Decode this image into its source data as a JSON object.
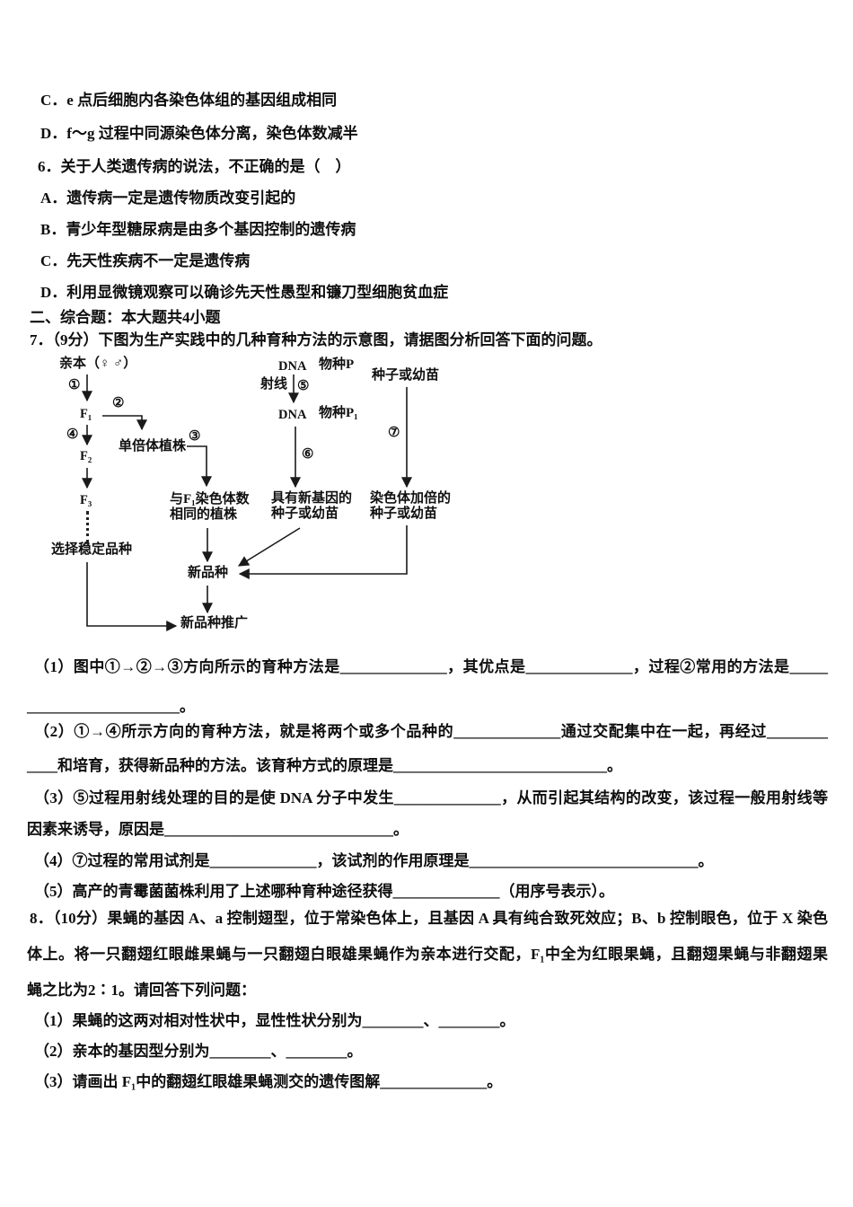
{
  "doc": {
    "q5C": "C．e 点后细胞内各染色体组的基因组成相同",
    "q5D": "D．f～g 过程中同源染色体分离，染色体数减半",
    "q6_stem": "6．关于人类遗传病的说法，不正确的是（　）",
    "q6A": "A．遗传病一定是遗传物质改变引起的",
    "q6B": "B．青少年型糖尿病是由多个基因控制的遗传病",
    "q6C": "C．先天性疾病不一定是遗传病",
    "q6D": "D．利用显微镜观察可以确诊先天性愚型和镰刀型细胞贫血症",
    "section2": "二、综合题：本大题共4小题",
    "q7_stem": "7．（9分）下图为生产实践中的几种育种方法的示意图，请据图分析回答下面的问题。",
    "q7p1a": "（1）图中①→②→③方向所示的育种方法是______________，其优点是______________，过程②常用的方法是_____",
    "q7p1b": "____________________。",
    "q7p2a": "（2）①→④所示方向的育种方法，就是将两个或多个品种的______________通过交配集中在一起，再经过________",
    "q7p2b": "____和培育，获得新品种的方法。该育种方式的原理是____________________________。",
    "q7p3a": "（3）⑤过程用射线处理的目的是使 DNA 分子中发生______________，从而引起其结构的改变，该过程一般用射线等",
    "q7p3b": "因素来诱导，原因是______________________________。",
    "q7p4": "（4）⑦过程的常用试剂是______________，该试剂的作用原理是______________________________。",
    "q7p5": "（5）高产的青霉菌菌株利用了上述哪种育种途径获得______________（用序号表示）。",
    "q8a": "8．（10分）果蝇的基因 A、a 控制翅型，位于常染色体上，且基因 A 具有纯合致死效应；B、b 控制眼色，位于 X 染色",
    "q8b": "体上。将一只翻翅红眼雌果蝇与一只翻翅白眼雄果蝇作为亲本进行交配，F₁中全为红眼果蝇，且翻翅果蝇与非翻翅果",
    "q8c": "蝇之比为2∶1。请回答下列问题：",
    "q8p1": "（1）果蝇的这两对相对性状中，显性性状分别为________、________。",
    "q8p2": "（2）亲本的基因型分别为________、________。",
    "q8p3": "（3）请画出 F₁中的翻翅红眼雄果蝇测交的遗传图解______________。"
  },
  "diagram": {
    "parents": "亲本（♀ ♂）",
    "c1": "①",
    "c2": "②",
    "c3": "③",
    "c4": "④",
    "c5": "⑤",
    "c6": "⑥",
    "c7": "⑦",
    "f1": "F₁",
    "f2": "F₂",
    "f3": "F₃",
    "haploid": "单倍体植株",
    "same_chrom_1": "与F₁染色体数",
    "same_chrom_2": "相同的植株",
    "select_stable": "选择稳定品种",
    "new_variety": "新品种",
    "promotion": "新品种推广",
    "dna_top": "DNA",
    "species_p": "物种P",
    "ray": "射线",
    "dna_mid": "DNA",
    "species_p1": "物种P₁",
    "new_gene_1": "具有新基因的",
    "new_gene_2": "种子或幼苗",
    "seeds": "种子或幼苗",
    "doubled_1": "染色体加倍的",
    "doubled_2": "种子或幼苗"
  }
}
